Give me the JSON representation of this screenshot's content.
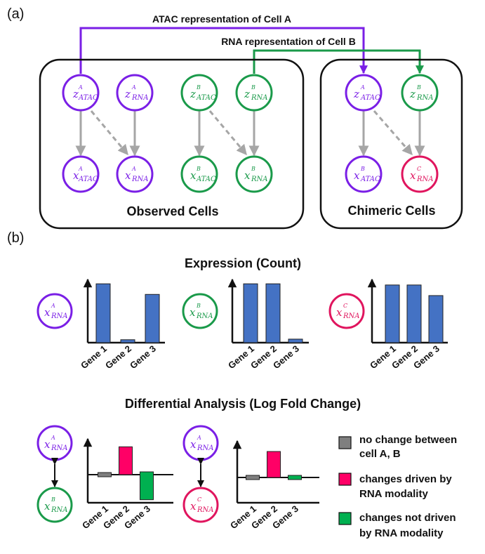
{
  "panel_a": {
    "tag": "(a)",
    "atac_link_label": "ATAC representation of Cell A",
    "rna_link_label": "RNA representation of Cell B",
    "observed_label": "Observed Cells",
    "chimeric_label": "Chimeric Cells",
    "observed_nodes": [
      {
        "top": "A",
        "top_sub": "ATAC",
        "bottom": "A",
        "bottom_sub": "ATAC",
        "color": "#7a1fe6"
      },
      {
        "top": "A",
        "top_sub": "RNA",
        "bottom": "A",
        "bottom_sub": "RNA",
        "color": "#7a1fe6"
      },
      {
        "top": "B",
        "top_sub": "ATAC",
        "bottom": "B",
        "bottom_sub": "ATAC",
        "color": "#1a9a4a"
      },
      {
        "top": "B",
        "top_sub": "RNA",
        "bottom": "B",
        "bottom_sub": "RNA",
        "color": "#1a9a4a"
      }
    ],
    "chimeric_nodes": [
      {
        "top": "A",
        "top_sub": "ATAC",
        "bottom": "B",
        "bottom_sub": "ATAC",
        "top_color": "#7a1fe6",
        "bottom_color": "#7a1fe6"
      },
      {
        "top": "B",
        "top_sub": "RNA",
        "bottom": "C",
        "bottom_sub": "RNA",
        "top_color": "#1a9a4a",
        "bottom_color": "#e0155e"
      }
    ]
  },
  "panel_b": {
    "tag": "(b)",
    "expression_title": "Expression (Count)",
    "differential_title": "Differential Analysis (Log Fold Change)",
    "legend": [
      {
        "color": "#7f7f7f",
        "line1": "no change between",
        "line2": "cell A, B"
      },
      {
        "color": "#ff0066",
        "line1": "changes driven by",
        "line2": "RNA modality"
      },
      {
        "color": "#00b050",
        "line1": "changes not driven",
        "line2": "by RNA modality"
      }
    ]
  },
  "colors": {
    "violet": "#7a1fe6",
    "green": "#1a9a4a",
    "pink": "#e0155e",
    "bar_blue": "#4472c4"
  },
  "chart_data": [
    {
      "type": "bar",
      "cell": "A",
      "categories": [
        "Gene 1",
        "Gene 2",
        "Gene 3"
      ],
      "values": [
        1.0,
        0.05,
        0.82
      ],
      "ylim": [
        0,
        1.05
      ]
    },
    {
      "type": "bar",
      "cell": "B",
      "categories": [
        "Gene 1",
        "Gene 2",
        "Gene 3"
      ],
      "values": [
        1.0,
        1.0,
        0.06
      ],
      "ylim": [
        0,
        1.05
      ]
    },
    {
      "type": "bar",
      "cell": "C",
      "categories": [
        "Gene 1",
        "Gene 2",
        "Gene 3"
      ],
      "values": [
        0.98,
        0.98,
        0.8
      ],
      "ylim": [
        0,
        1.05
      ]
    },
    {
      "type": "bar",
      "comparison": "A vs B",
      "categories": [
        "Gene 1",
        "Gene 2",
        "Gene 3"
      ],
      "values": [
        0.05,
        0.35,
        -0.35
      ],
      "colors": [
        "#7f7f7f",
        "#ff0066",
        "#00b050"
      ],
      "ylim": [
        -0.45,
        0.45
      ]
    },
    {
      "type": "bar",
      "comparison": "A vs C",
      "categories": [
        "Gene 1",
        "Gene 2",
        "Gene 3"
      ],
      "values": [
        0.04,
        0.32,
        0.04
      ],
      "colors": [
        "#7f7f7f",
        "#ff0066",
        "#00b050"
      ],
      "ylim": [
        -0.45,
        0.45
      ]
    }
  ]
}
